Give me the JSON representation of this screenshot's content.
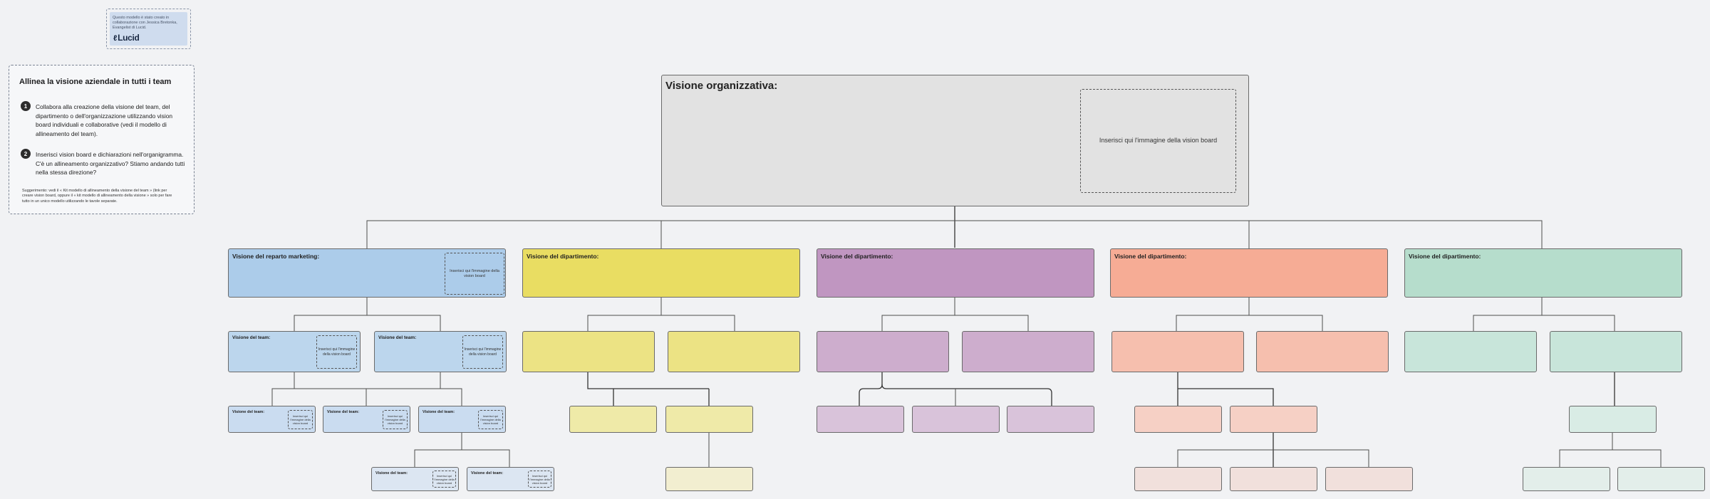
{
  "credit": {
    "text": "Questo modello è stato creato in collaborazione con Jessica Bretonka, Evangelist di Lucid.",
    "logo": "Lucid"
  },
  "panel": {
    "title": "Allinea la visione aziendale in tutti i team",
    "steps": [
      {
        "num": "1",
        "text": "Collabora alla creazione della visione del team, del dipartimento o dell'organizzazione utilizzando vision board individuali e collaborative (vedi il modello di allineamento del team)."
      },
      {
        "num": "2",
        "text": "Inserisci vision board e dichiarazioni nell'organigramma. C'è un allineamento organizzativo? Stiamo andando tutti nella stessa direzione?"
      }
    ],
    "tip": "Suggerimento: vedi il « Kit modello di allineamento della visione del team » (link per creare vision board, oppure il « kit modello di allineamento della visione » solo per fare tutto in un unico modello utilizzando le tavole separate."
  },
  "org": {
    "title": "Visione organizzativa:",
    "placeholder": "Inserisci qui l'immagine della vision board"
  },
  "departments": {
    "marketing": {
      "title": "Visione del reparto marketing:",
      "placeholder": "Inserisci qui l'immagine della vision board",
      "team_label": "Visione del team:",
      "team_placeholder": "Inserisci qui l'immagine della vision board",
      "sub_label": "Visione del team:",
      "sub_placeholder": "Inserisci qui l'immagine della vision board"
    },
    "yellow": {
      "title": "Visione del dipartimento:"
    },
    "purple": {
      "title": "Visione del dipartimento:"
    },
    "orange": {
      "title": "Visione del dipartimento:"
    },
    "green": {
      "title": "Visione del dipartimento:"
    }
  },
  "colors": {
    "background": "#f1f2f4",
    "org": "#e2e2e2",
    "blue": [
      "#acccea",
      "#bcd6ed",
      "#cadcf0",
      "#dce6f2"
    ],
    "yellow": [
      "#e9dd62",
      "#ece384",
      "#efeaa8",
      "#f2eed0"
    ],
    "purple": [
      "#c096c1",
      "#cdadcd",
      "#d9c3da"
    ],
    "orange": [
      "#f6ac95",
      "#f6bfae",
      "#f6d0c5",
      "#f1e0dc"
    ],
    "green": [
      "#b6ddcc",
      "#c8e5da",
      "#d9ece5",
      "#e3eeea"
    ]
  }
}
